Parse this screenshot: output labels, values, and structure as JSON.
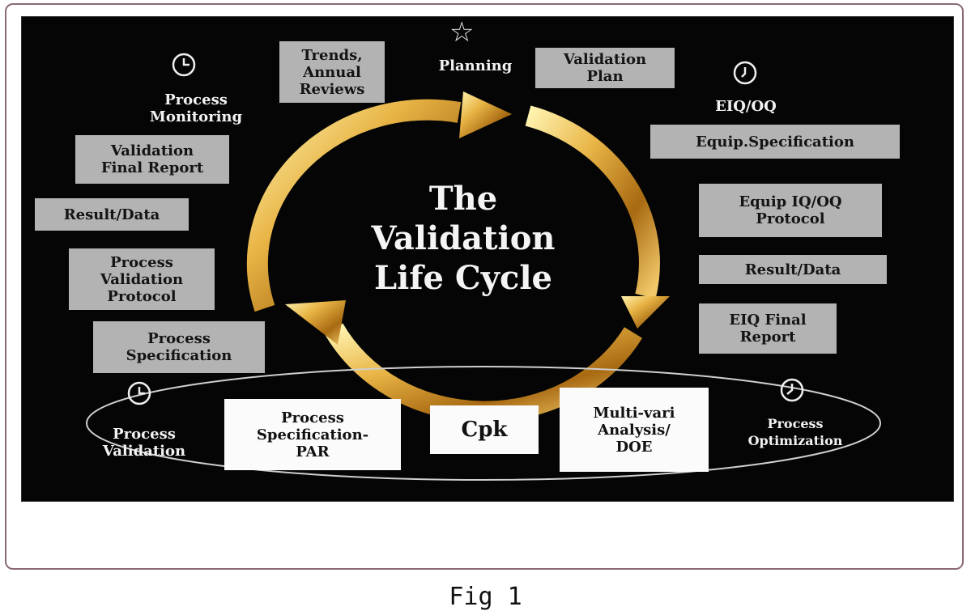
{
  "title": [
    "The",
    "Validation",
    "Life Cycle"
  ],
  "top": {
    "planning": "Planning",
    "trends_box": [
      "Trends,",
      "Annual",
      "Reviews"
    ],
    "validation_plan_box": [
      "Validation",
      "Plan"
    ]
  },
  "right": {
    "eiq_oq": "EIQ/OQ",
    "equip_spec": "Equip.Specification",
    "equip_protocol": [
      "Equip IQ/OQ",
      "Protocol"
    ],
    "result_data": "Result/Data",
    "eiq_final": [
      "EIQ Final",
      "Report"
    ]
  },
  "left": {
    "process_monitoring": [
      "Process",
      "Monitoring"
    ],
    "validation_final_report": [
      "Validation",
      "Final Report"
    ],
    "result_data": "Result/Data",
    "process_validation_protocol": [
      "Process",
      "Validation",
      "Protocol"
    ],
    "process_specification": [
      "Process",
      "Specification"
    ]
  },
  "bottom": {
    "process_validation": [
      "Process",
      "Validation"
    ],
    "spec_par": [
      "Process",
      "Specification-",
      "PAR"
    ],
    "cpk": "Cpk",
    "multivari": [
      "Multi-vari",
      "Analysis/",
      "DOE"
    ],
    "process_optimization": [
      "Process",
      "Optimization"
    ]
  },
  "caption": "Fig 1",
  "colors": {
    "arrow_gold": "#d49a2a",
    "box_gray": "#b3b3b3",
    "background": "#050505"
  }
}
